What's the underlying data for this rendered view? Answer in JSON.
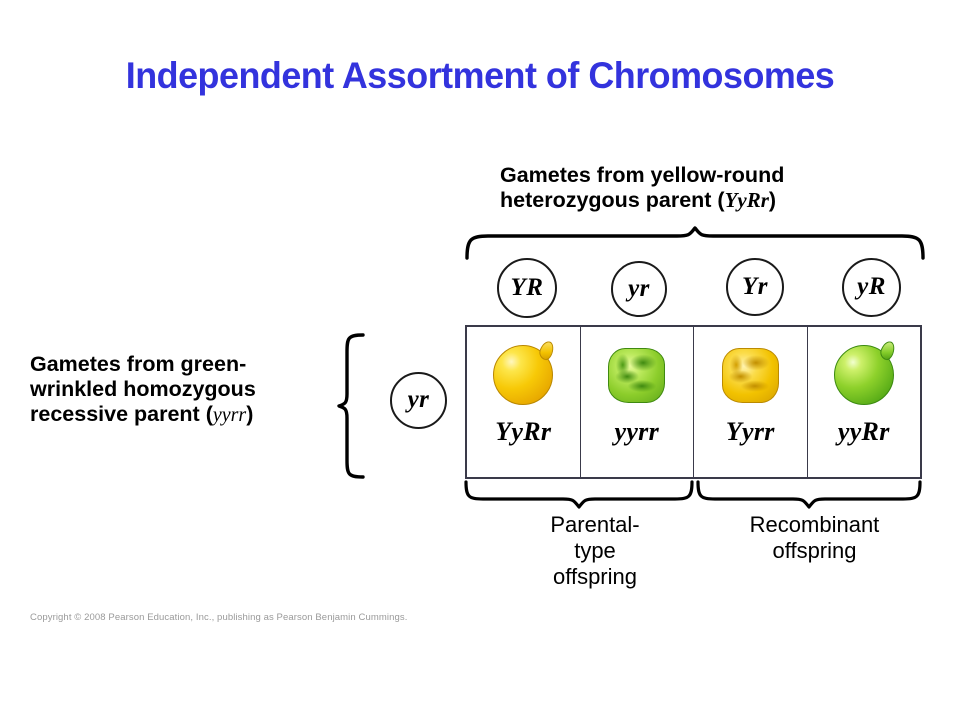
{
  "slide": {
    "title": "Independent Assortment of Chromosomes",
    "title_color": "#3333dd",
    "background": "#ffffff",
    "copyright": "Copyright © 2008 Pearson Education, Inc., publishing as Pearson Benjamin Cummings."
  },
  "top_parent": {
    "line1": "Gametes from yellow-round",
    "line2": "heterozygous parent (",
    "genotype": "YyRr",
    "line2_close": ")"
  },
  "left_parent": {
    "line1": "Gametes from green-",
    "line2": "wrinkled homozygous",
    "line3": "recessive parent (",
    "genotype": "yyrr",
    "line3_close": ")"
  },
  "top_gametes": [
    {
      "label": "YR"
    },
    {
      "label": "yr"
    },
    {
      "label": "Yr"
    },
    {
      "label": "yR"
    }
  ],
  "left_gamete": {
    "label": "yr"
  },
  "cells": [
    {
      "genotype": "YyRr",
      "seed_shape": "round",
      "seed_color": "yellow",
      "offspring_type": "parental"
    },
    {
      "genotype": "yyrr",
      "seed_shape": "wrinkled",
      "seed_color": "green",
      "offspring_type": "parental"
    },
    {
      "genotype": "Yyrr",
      "seed_shape": "wrinkled",
      "seed_color": "yellow",
      "offspring_type": "recombinant"
    },
    {
      "genotype": "yyRr",
      "seed_shape": "round",
      "seed_color": "green",
      "offspring_type": "recombinant"
    }
  ],
  "bottom_labels": {
    "parental": "Parental-\ntype\noffspring",
    "recombinant": "Recombinant\noffspring"
  },
  "colors": {
    "yellow_seed": "#f7c907",
    "green_seed": "#8ccd2b",
    "outline": "#3a3a4a",
    "title_blue": "#3333dd",
    "copyright_gray": "#9a9a9a"
  }
}
